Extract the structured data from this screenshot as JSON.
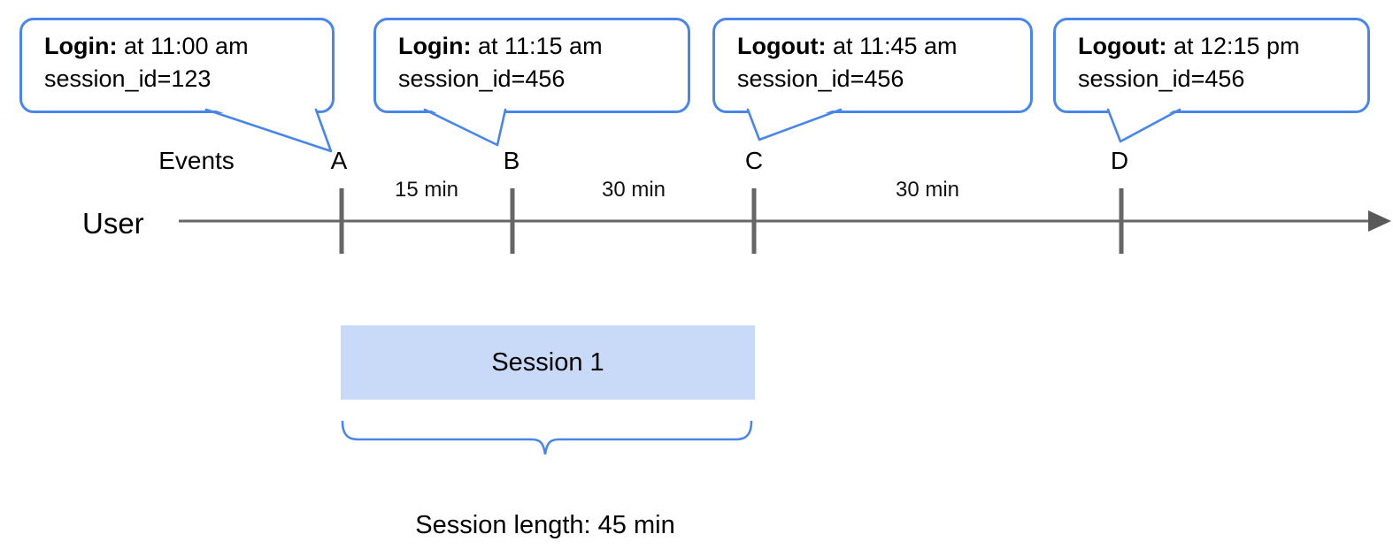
{
  "callouts": [
    {
      "title": "Login:",
      "detail": " at 11:00 am",
      "line2": "session_id=123"
    },
    {
      "title": "Login:",
      "detail": " at 11:15 am",
      "line2": "session_id=456"
    },
    {
      "title": "Logout:",
      "detail": " at 11:45 am",
      "line2": "session_id=456"
    },
    {
      "title": "Logout:",
      "detail": " at 12:15 pm",
      "line2": "session_id=456"
    }
  ],
  "timeline": {
    "events_label": "Events",
    "user_label": "User",
    "event_markers": [
      "A",
      "B",
      "C",
      "D"
    ],
    "intervals": [
      "15 min",
      "30 min",
      "30 min"
    ]
  },
  "session": {
    "label": "Session 1",
    "length_label": "Session length: 45 min"
  },
  "colors": {
    "accent_blue": "#4a86e8",
    "session_fill": "#c9daf8",
    "axis_gray": "#666666"
  }
}
